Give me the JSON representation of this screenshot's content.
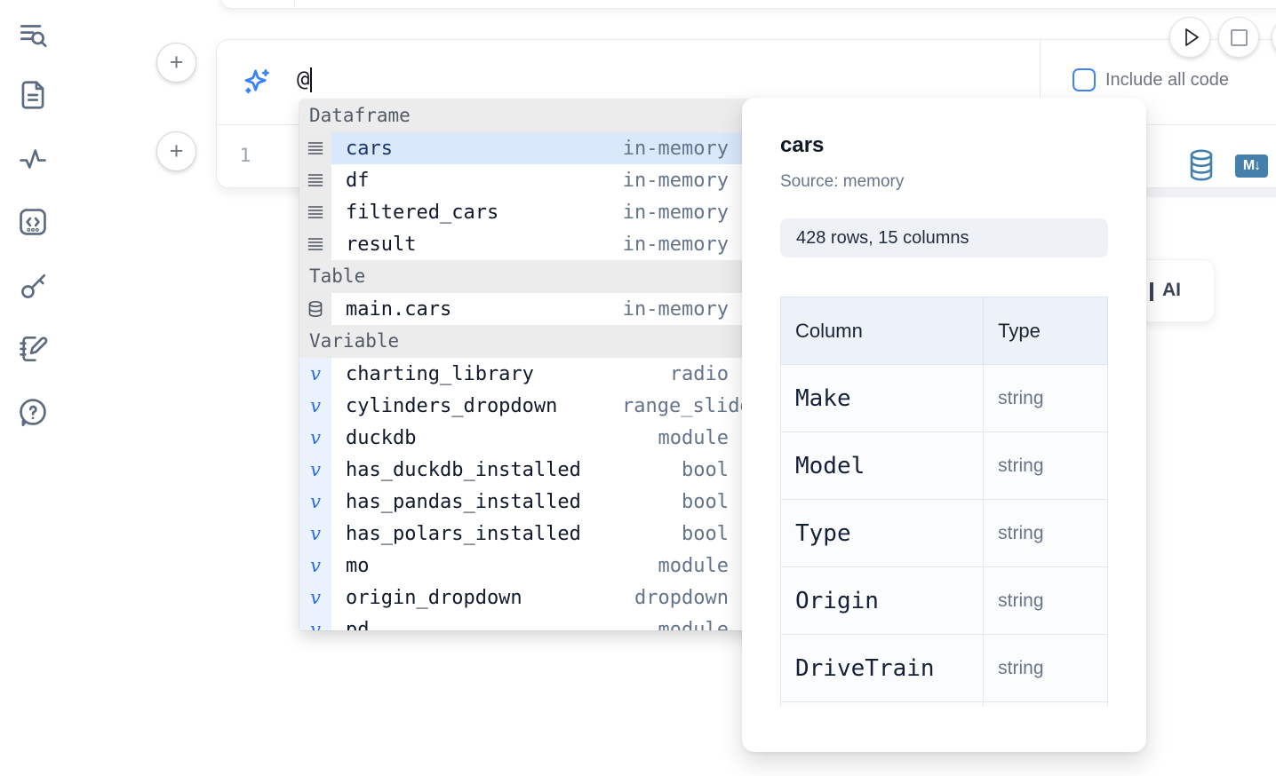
{
  "sidebar": {
    "items": [
      {
        "icon": "list-search-icon"
      },
      {
        "icon": "file-document-icon"
      },
      {
        "icon": "activity-pulse-icon"
      },
      {
        "icon": "code-box-icon"
      },
      {
        "icon": "key-icon"
      },
      {
        "icon": "notebook-edit-icon"
      },
      {
        "icon": "chat-question-icon"
      }
    ]
  },
  "add_cell": {
    "plus_label": "+"
  },
  "run_controls": {
    "icons": [
      "play-icon",
      "stop-icon"
    ]
  },
  "cell_toolbar": {
    "include_all_code_label": "Include all code",
    "checkbox_checked": false
  },
  "ai_prompt": {
    "value": "@",
    "icon": "sparkles-icon"
  },
  "code_editor": {
    "line_number": "1"
  },
  "cell_actions": {
    "database_icon": "database-icon",
    "markdown_badge": "M↓"
  },
  "autocomplete": {
    "sections": [
      {
        "label": "Dataframe",
        "kind": "dataframe",
        "icon": "dataframe-rows-icon",
        "items": [
          {
            "name": "cars",
            "type": "in-memory",
            "selected": true
          },
          {
            "name": "df",
            "type": "in-memory"
          },
          {
            "name": "filtered_cars",
            "type": "in-memory"
          },
          {
            "name": "result",
            "type": "in-memory"
          }
        ]
      },
      {
        "label": "Table",
        "kind": "table",
        "icon": "database-icon",
        "items": [
          {
            "name": "main.cars",
            "type": "in-memory"
          }
        ]
      },
      {
        "label": "Variable",
        "kind": "variable",
        "icon": "variable-v-icon",
        "items": [
          {
            "name": "charting_library",
            "type": "radio"
          },
          {
            "name": "cylinders_dropdown",
            "type": "range_slider"
          },
          {
            "name": "duckdb",
            "type": "module"
          },
          {
            "name": "has_duckdb_installed",
            "type": "bool"
          },
          {
            "name": "has_pandas_installed",
            "type": "bool"
          },
          {
            "name": "has_polars_installed",
            "type": "bool"
          },
          {
            "name": "mo",
            "type": "module"
          },
          {
            "name": "origin_dropdown",
            "type": "dropdown"
          },
          {
            "name": "pd",
            "type": "module"
          }
        ]
      }
    ]
  },
  "data_preview": {
    "title": "cars",
    "source": "Source: memory",
    "shape": "428 rows, 15 columns",
    "columns_table": {
      "headers": [
        "Column",
        "Type"
      ],
      "rows": [
        [
          "Make",
          "string"
        ],
        [
          "Model",
          "string"
        ],
        [
          "Type",
          "string"
        ],
        [
          "Origin",
          "string"
        ],
        [
          "DriveTrain",
          "string"
        ],
        [
          "",
          ""
        ]
      ]
    }
  },
  "ai_card": {
    "visible_label": "AI"
  },
  "colors": {
    "accent_blue": "#3b82f6",
    "steel_blue": "#4580ac",
    "selected_row": "#d9e8fb",
    "muted_text": "#6b7280",
    "dark_text": "#111827"
  }
}
